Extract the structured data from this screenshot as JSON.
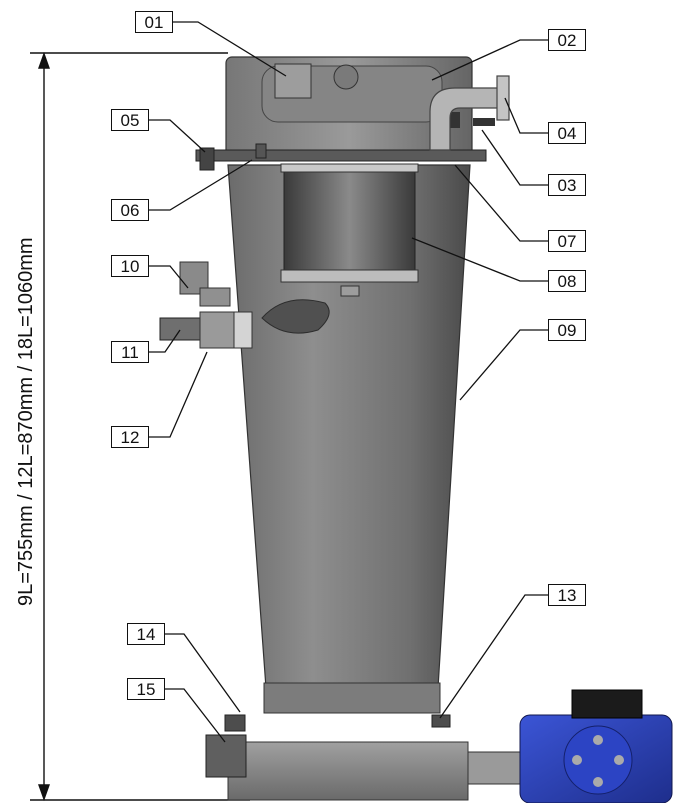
{
  "dimension": "9L=755mm / 12L=870mm / 18L=1060mm",
  "labels": [
    "01",
    "02",
    "03",
    "04",
    "05",
    "06",
    "07",
    "08",
    "09",
    "10",
    "11",
    "12",
    "13",
    "14",
    "15"
  ]
}
